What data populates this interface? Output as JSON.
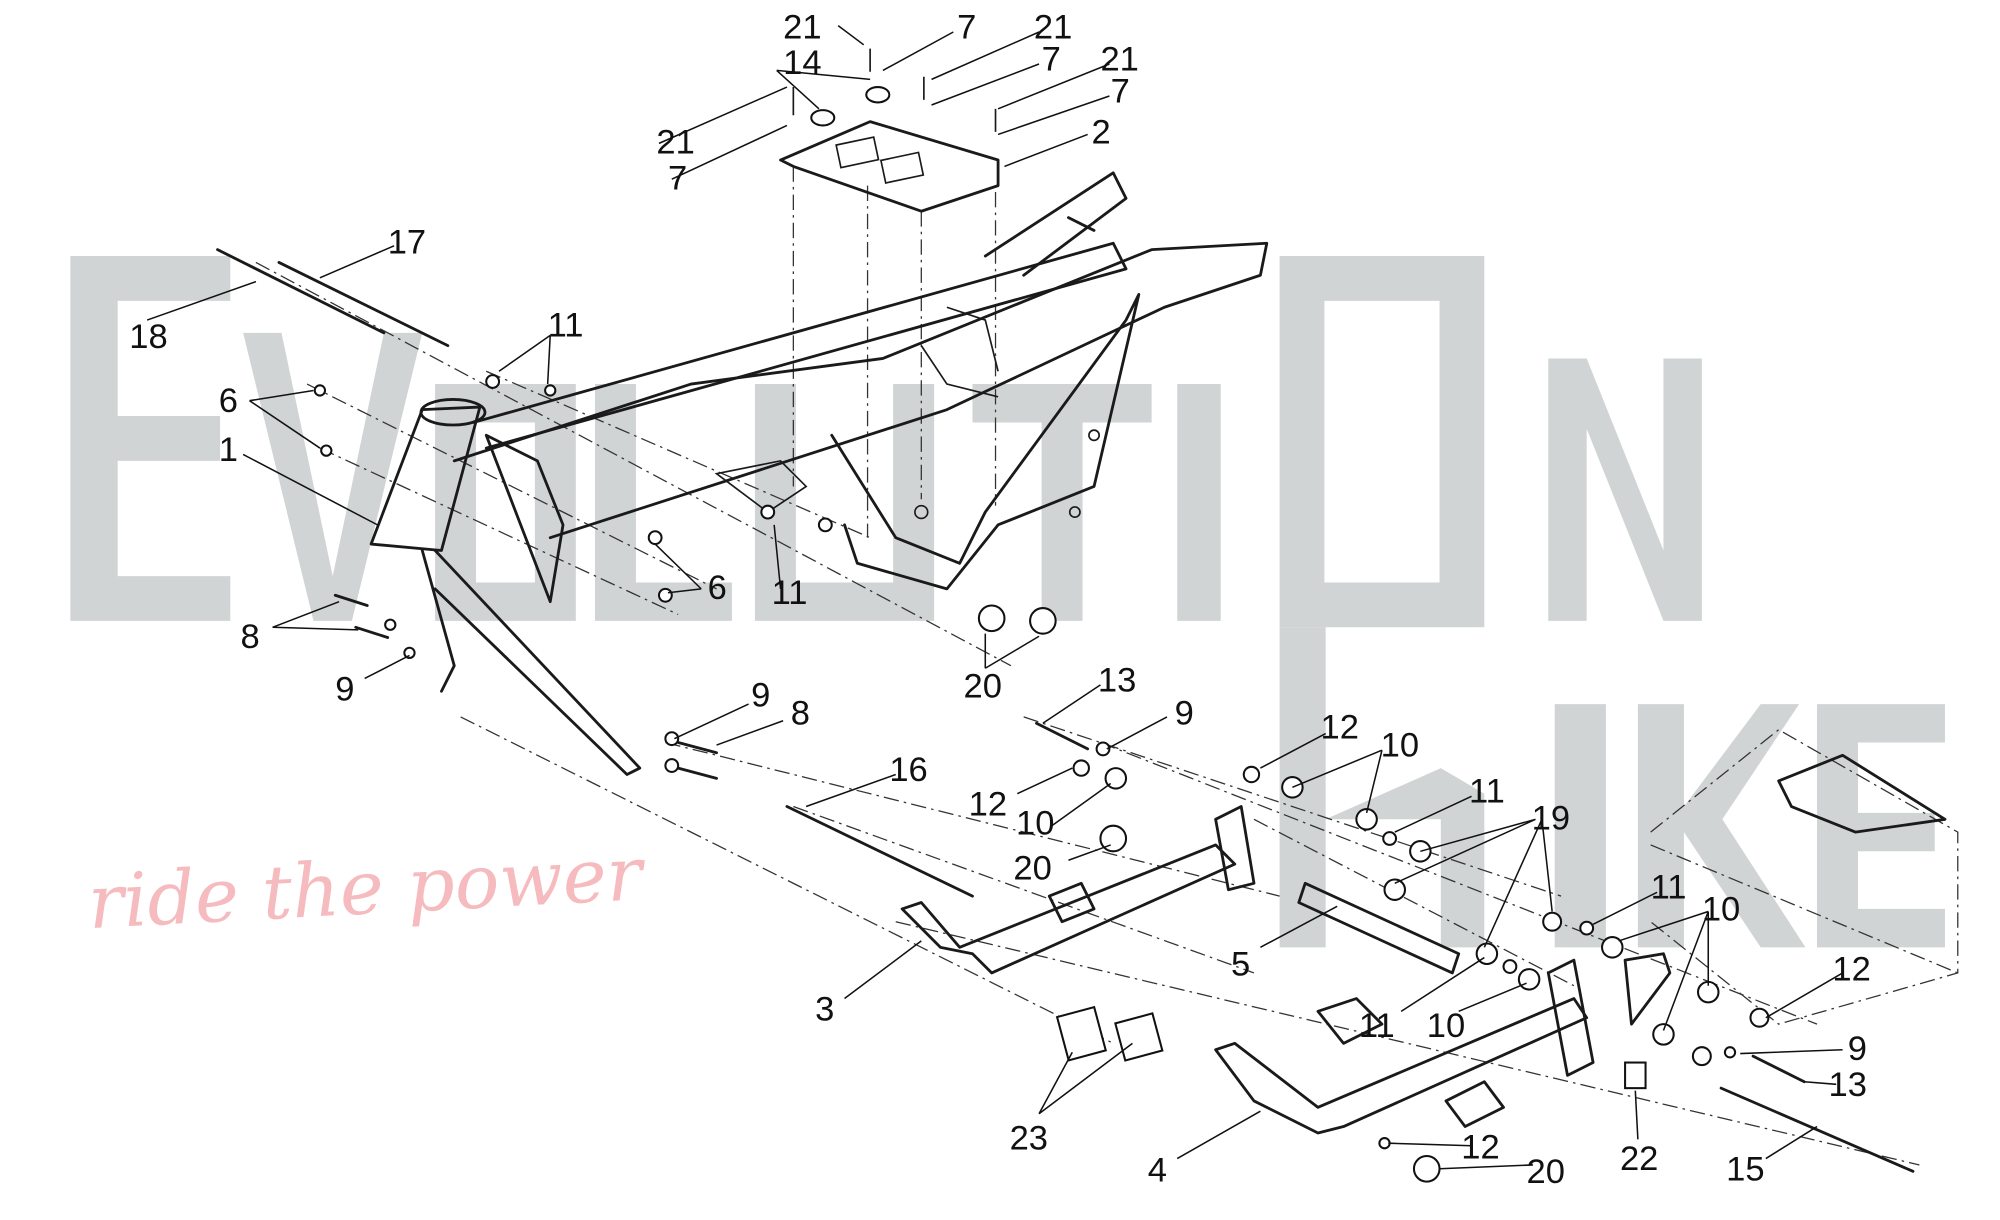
{
  "watermark": {
    "brand": "EVOLUTION BIKE",
    "tagline": "ride the power",
    "brand_color": "#c9cccc",
    "tagline_color": "#f4b4b8"
  },
  "callouts": [
    "21",
    "7",
    "21",
    "14",
    "7",
    "21",
    "7",
    "21",
    "7",
    "2",
    "17",
    "18",
    "11",
    "6",
    "1",
    "6",
    "11",
    "8",
    "9",
    "20",
    "13",
    "9",
    "8",
    "9",
    "12",
    "10",
    "16",
    "11",
    "19",
    "12",
    "10",
    "20",
    "5",
    "11",
    "10",
    "12",
    "3",
    "11",
    "10",
    "9",
    "13",
    "23",
    "22",
    "4",
    "12",
    "20",
    "15"
  ]
}
